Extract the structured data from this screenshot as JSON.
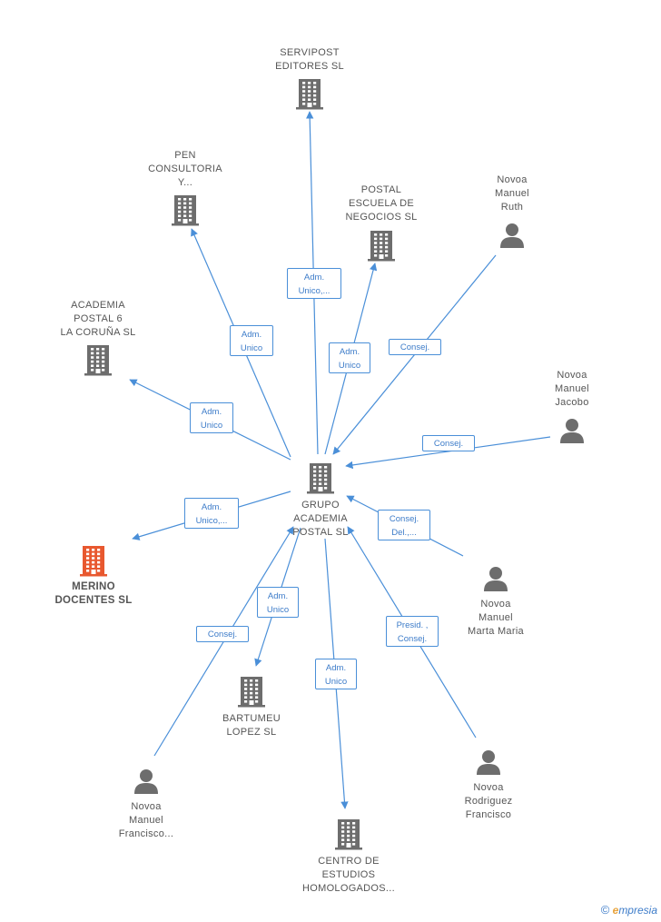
{
  "colors": {
    "edge": "#4a8fd8",
    "icon": "#6d6d6d",
    "highlight": "#e8582f"
  },
  "nodes": {
    "center": {
      "type": "company",
      "lines": [
        "GRUPO",
        "ACADEMIA",
        "POSTAL SL"
      ]
    },
    "servipost": {
      "type": "company",
      "lines": [
        "SERVIPOST",
        "EDITORES  SL"
      ]
    },
    "pen": {
      "type": "company",
      "lines": [
        "PEN",
        "CONSULTORIA",
        "Y..."
      ]
    },
    "postal_escuela": {
      "type": "company",
      "lines": [
        "POSTAL",
        "ESCUELA DE",
        "NEGOCIOS SL"
      ]
    },
    "academia6": {
      "type": "company",
      "lines": [
        "ACADEMIA",
        "POSTAL 6",
        "LA CORUÑA SL"
      ]
    },
    "merino": {
      "type": "company-highlight",
      "lines": [
        "MERINO",
        "DOCENTES  SL"
      ]
    },
    "bartumeu": {
      "type": "company",
      "lines": [
        "BARTUMEU",
        "LOPEZ SL"
      ]
    },
    "centro": {
      "type": "company",
      "lines": [
        "CENTRO DE",
        "ESTUDIOS",
        "HOMOLOGADOS..."
      ]
    },
    "ruth": {
      "type": "person",
      "lines": [
        "Novoa",
        "Manuel",
        "Ruth"
      ]
    },
    "jacobo": {
      "type": "person",
      "lines": [
        "Novoa",
        "Manuel",
        "Jacobo"
      ]
    },
    "marta": {
      "type": "person",
      "lines": [
        "Novoa",
        "Manuel",
        "Marta Maria"
      ]
    },
    "rodriguez": {
      "type": "person",
      "lines": [
        "Novoa",
        "Rodriguez",
        "Francisco"
      ]
    },
    "francisco": {
      "type": "person",
      "lines": [
        "Novoa",
        "Manuel",
        "Francisco..."
      ]
    }
  },
  "edges": [
    {
      "id": "servipost",
      "lines": [
        "Adm.",
        "Unico,..."
      ]
    },
    {
      "id": "pen",
      "lines": [
        "Adm.",
        "Unico"
      ]
    },
    {
      "id": "postal_escuela",
      "lines": [
        "Adm.",
        "Unico"
      ]
    },
    {
      "id": "ruth",
      "lines": [
        "Consej."
      ]
    },
    {
      "id": "academia6",
      "lines": [
        "Adm.",
        "Unico"
      ]
    },
    {
      "id": "jacobo",
      "lines": [
        "Consej."
      ]
    },
    {
      "id": "merino",
      "lines": [
        "Adm.",
        "Unico,..."
      ]
    },
    {
      "id": "marta",
      "lines": [
        "Consej.",
        "Del.,..."
      ]
    },
    {
      "id": "bartumeu",
      "lines": [
        "Adm.",
        "Unico"
      ]
    },
    {
      "id": "francisco",
      "lines": [
        "Consej."
      ]
    },
    {
      "id": "rodriguez",
      "lines": [
        "Presid. ,",
        "Consej."
      ]
    },
    {
      "id": "centro",
      "lines": [
        "Adm.",
        "Unico"
      ]
    }
  ],
  "footer": {
    "copyright": "©",
    "brand_e": "e",
    "brand_rest": "mpresia"
  }
}
